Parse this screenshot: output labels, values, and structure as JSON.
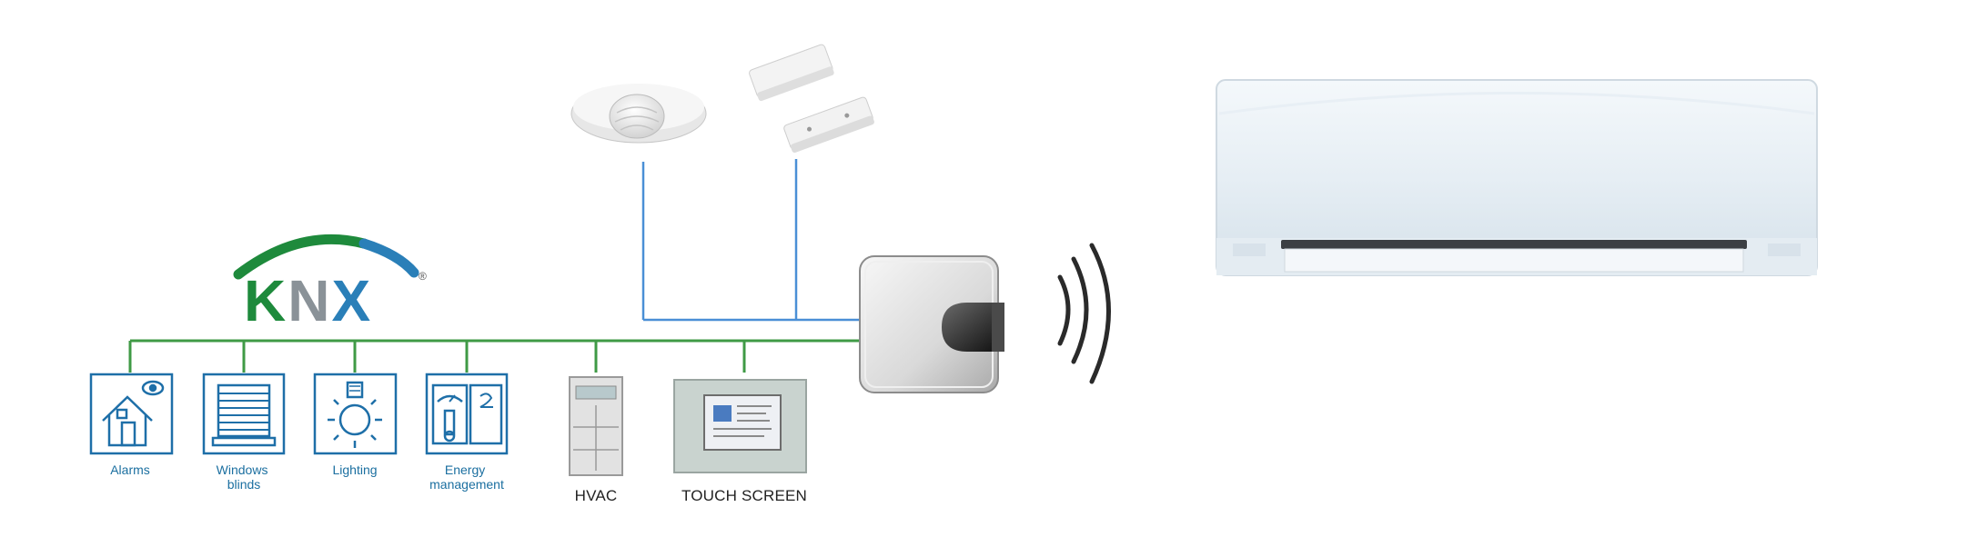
{
  "logo": {
    "k": "K",
    "n": "N",
    "x": "X",
    "registered": "®",
    "brand_green": "#1e8a3c",
    "brand_gray": "#8a9298",
    "brand_blue": "#2a7fb8"
  },
  "bus_color": "#3f9a45",
  "wire_color": "#4a8fd6",
  "sensors": [
    {
      "icon": "motion-sensor-icon"
    },
    {
      "icon": "door-contact-icon"
    }
  ],
  "devices": [
    {
      "label_lines": [
        "Alarms"
      ],
      "icon": "house-eye-icon"
    },
    {
      "label_lines": [
        "Windows",
        "blinds"
      ],
      "icon": "window-blinds-icon"
    },
    {
      "label_lines": [
        "Lighting"
      ],
      "icon": "light-bulb-icon"
    },
    {
      "label_lines": [
        "Energy",
        "management"
      ],
      "icon": "energy-gauge-icon"
    },
    {
      "label_lines": [
        "HVAC"
      ],
      "icon": "wall-switch-icon"
    },
    {
      "label_lines": [
        "TOUCH SCREEN"
      ],
      "icon": "touch-screen-icon"
    }
  ],
  "gateway": {
    "icon": "ir-gateway-icon"
  },
  "signal": {
    "icon": "wireless-waves-icon"
  },
  "air_conditioner": {
    "icon": "split-ac-unit-icon"
  }
}
